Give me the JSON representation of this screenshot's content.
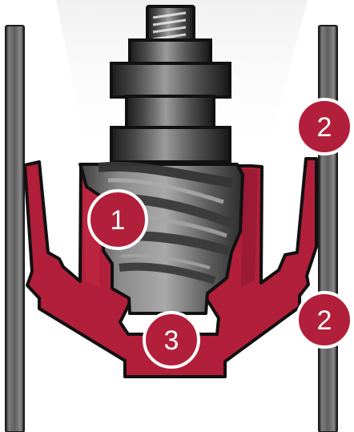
{
  "callouts": {
    "one": "1",
    "two_top": "2",
    "two_bottom": "2",
    "three": "3"
  },
  "colors": {
    "anchor_red": "#b21f3a",
    "anchor_dark_red": "#7c1025",
    "outline": "#111111",
    "bolt_gray": "#676767",
    "wall_gray": "#5f5f5f",
    "glow": "#e9e9e9",
    "badge_text": "#ffffff"
  },
  "icons": {
    "bolt": "bolt-icon",
    "anchor": "anchor-icon",
    "wall": "wall-icon"
  }
}
